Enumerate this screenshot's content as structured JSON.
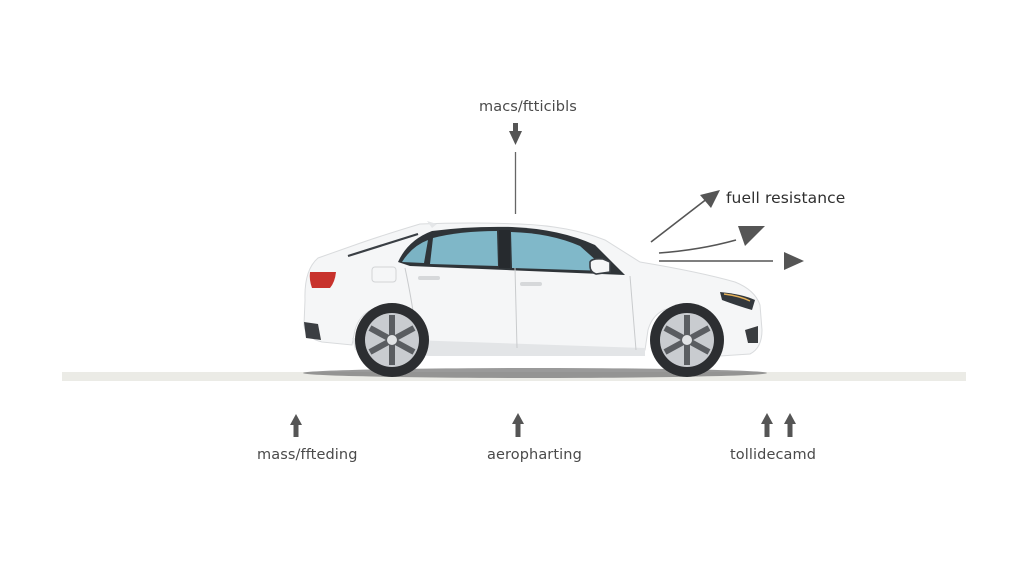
{
  "diagram": {
    "subject": "sedan car side view",
    "labels": {
      "top": "macs/ftticibls",
      "right": "fuell resistance",
      "bottom_left": "mass/ffteding",
      "bottom_center": "aeropharting",
      "bottom_right": "tollidecamd"
    },
    "icons": {
      "top_arrow": "arrow-down-icon",
      "right_arrows": [
        "arrow-up-right-icon",
        "arrow-right-curved-icon",
        "arrow-right-icon"
      ],
      "bottom_left_arrow": "arrow-up-icon",
      "bottom_center_arrow": "arrow-up-icon",
      "bottom_right_arrows": [
        "arrow-up-icon",
        "arrow-up-icon"
      ]
    },
    "colors": {
      "background": "#ffffff",
      "car_body": "#f4f5f6",
      "window_tint": "#7fb6c6",
      "tail_light": "#c8322c",
      "arrow": "#555555",
      "ground": "#e9eae6",
      "text": "#4a4a4a"
    }
  }
}
